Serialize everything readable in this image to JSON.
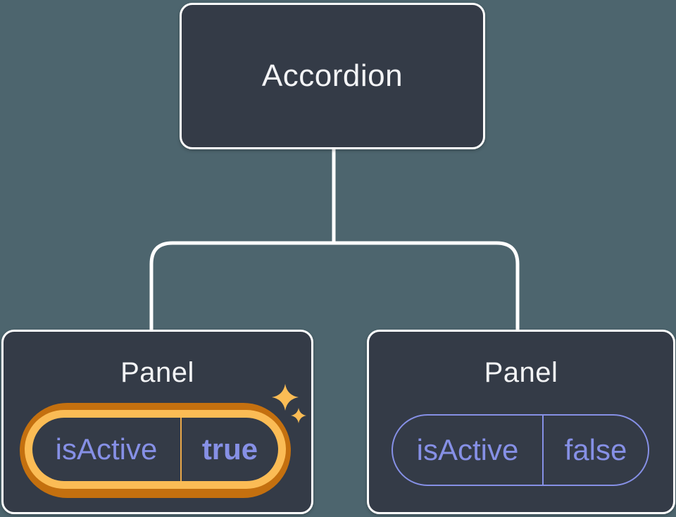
{
  "colors": {
    "background": "#4d656e",
    "node_fill": "#343b47",
    "node_border": "#ffffff",
    "text_light": "#f3f4f6",
    "accent_purple": "#8690e6",
    "orange_light": "#fbbc55",
    "orange_dark": "#c4700f",
    "orange_divider": "#eba94a"
  },
  "diagram": {
    "root": {
      "label": "Accordion"
    },
    "children": [
      {
        "label": "Panel",
        "highlighted": true,
        "prop": {
          "name": "isActive",
          "value": "true"
        }
      },
      {
        "label": "Panel",
        "highlighted": false,
        "prop": {
          "name": "isActive",
          "value": "false"
        }
      }
    ]
  }
}
